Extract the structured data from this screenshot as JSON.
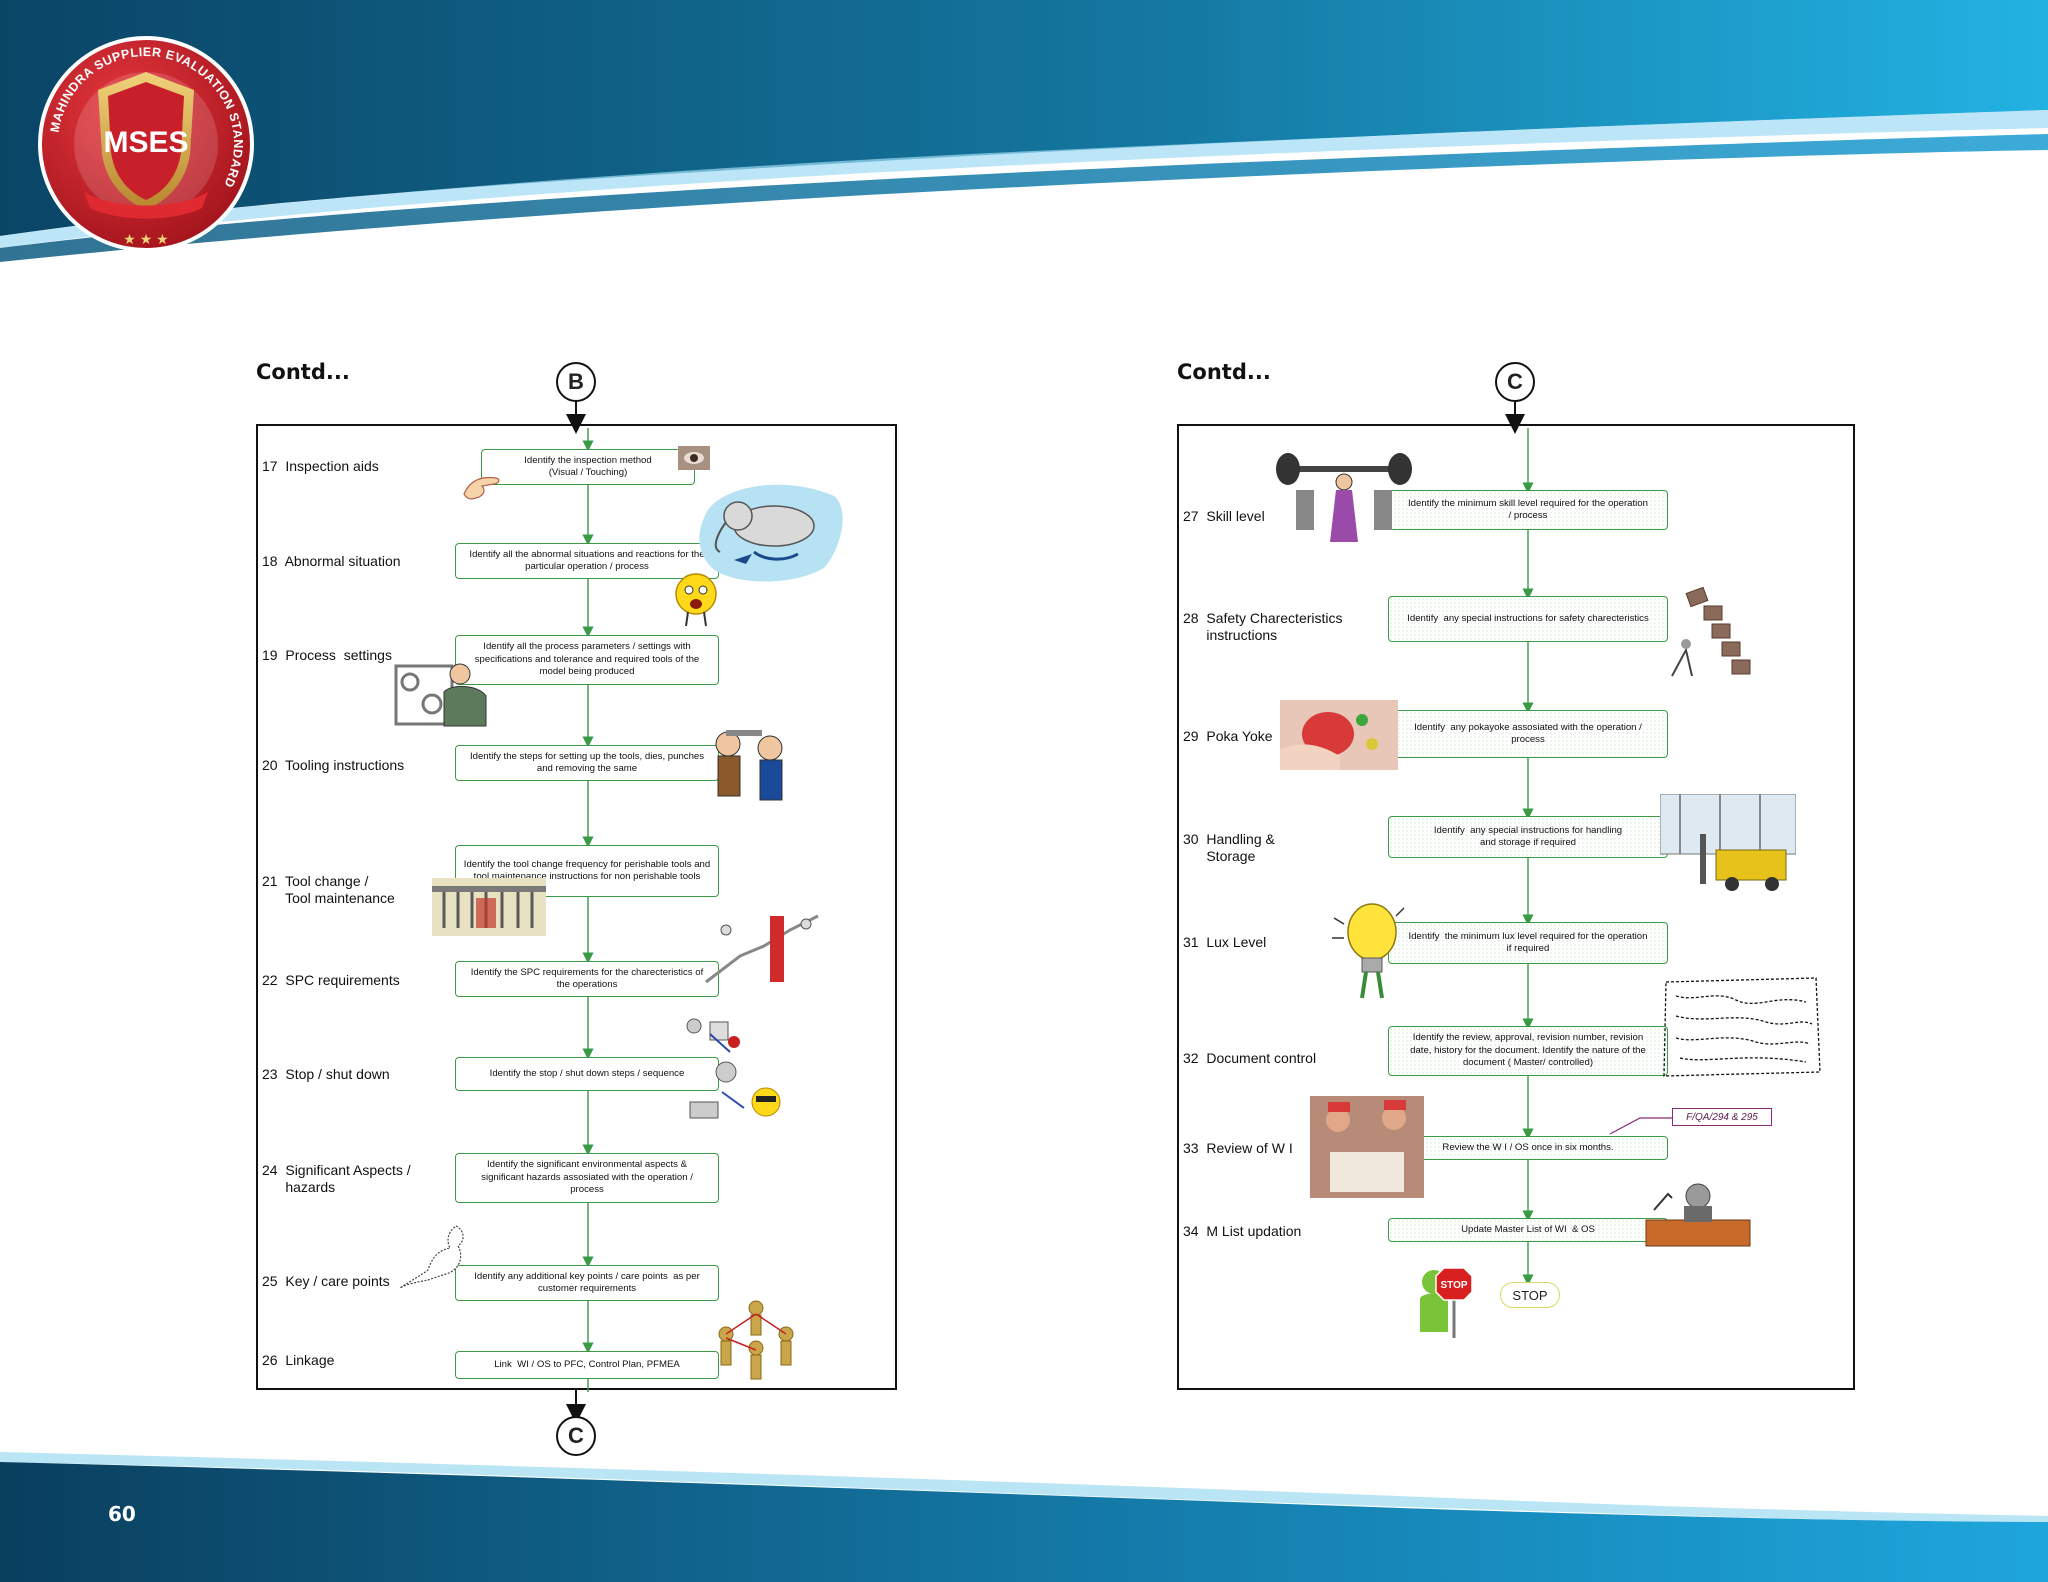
{
  "header": {
    "logo_ring_text": "MAHINDRA SUPPLIER EVALUATION STANDARD",
    "logo_shield_text": "MSES"
  },
  "colors": {
    "band_dark": "#0b4f73",
    "band_light": "#1aa3d9",
    "flow_green": "#3a9a46",
    "logo_red": "#c8202a"
  },
  "page_number": "60",
  "left_panel": {
    "heading": "Contd...",
    "start_connector": "B",
    "end_connector": "C",
    "steps": [
      {
        "label": "17  Inspection aids",
        "box": "Identify the inspection method\n(Visual / Touching)",
        "icon": "hand-eye-icon"
      },
      {
        "label": "18  Abnormal situation",
        "box": "Identify all the abnormal situations and reactions for the\nparticular operation / process",
        "icon": "elephant-cartoon-icon"
      },
      {
        "label": "19  Process  settings",
        "box": "Identify all the process parameters / settings with\nspecifications and tolerance and required tools of the\nmodel being produced",
        "icon": "machine-operator-icon"
      },
      {
        "label": "20  Tooling instructions",
        "box": "Identify the steps for setting up the tools, dies, punches\nand removing the same",
        "icon": "carpenters-icon"
      },
      {
        "label": "21  Tool change /\n      Tool maintenance",
        "box": "Identify the tool change frequency for perishable tools and\ntool maintenance instructions for non perishable tools",
        "icon": "tool-rack-icon"
      },
      {
        "label": "22  SPC requirements",
        "box": "Identify the SPC requirements for the charecteristics of\nthe operations",
        "icon": "chart-figures-icon"
      },
      {
        "label": "23  Stop / shut down",
        "box": "Identify the stop / shut down steps / sequence",
        "icon": "sequence-figures-icon"
      },
      {
        "label": "24  Significant Aspects /\n      hazards",
        "box": "Identify the significant environmental aspects &\nsignificant hazards assosiated with the operation /\nprocess",
        "icon": ""
      },
      {
        "label": "25  Key / care points",
        "box": "Identify any additional key points / care points  as per\ncustomer requirements",
        "icon": "kangaroo-icon"
      },
      {
        "label": "26  Linkage",
        "box": "Link  WI / OS to PFC, Control Plan, PFMEA",
        "icon": "linked-people-icon"
      }
    ]
  },
  "right_panel": {
    "heading": "Contd...",
    "start_connector": "C",
    "steps": [
      {
        "label": "27  Skill level",
        "box": "Identify the minimum skill level required for the operation\n/ process",
        "icon": "weightlifters-icon"
      },
      {
        "label": "28  Safety Charecteristics\n      instructions",
        "box": "Identify  any special instructions for safety charecteristics",
        "icon": "falling-blocks-icon"
      },
      {
        "label": "29  Poka Yoke",
        "box": "Identify  any pokayoke assosiated with the operation /\nprocess",
        "icon": "poka-yoke-photo-icon"
      },
      {
        "label": "30  Handling &\n      Storage",
        "box": "Identify  any special instructions for handling\nand storage if required",
        "icon": "forklift-icon"
      },
      {
        "label": "31  Lux Level",
        "box": "Identify  the minimum lux level required for the operation\nif required",
        "icon": "lightbulb-icon"
      },
      {
        "label": "32  Document control",
        "box": "Identify the review, approval, revision number, revision\ndate, history for the document. Identify the nature of the\ndocument ( Master/ controlled)",
        "icon": "document-scribble-icon"
      },
      {
        "label": "33  Review of W I",
        "box": "Review the W I / OS once in six months.",
        "icon": "review-meeting-photo-icon",
        "reference": "F/QA/294 & 295"
      },
      {
        "label": "34  M List updation",
        "box": "Update Master List of WI  & OS",
        "icon": "desk-worker-icon"
      }
    ],
    "stop_sign": "STOP",
    "stop_label": "STOP"
  }
}
